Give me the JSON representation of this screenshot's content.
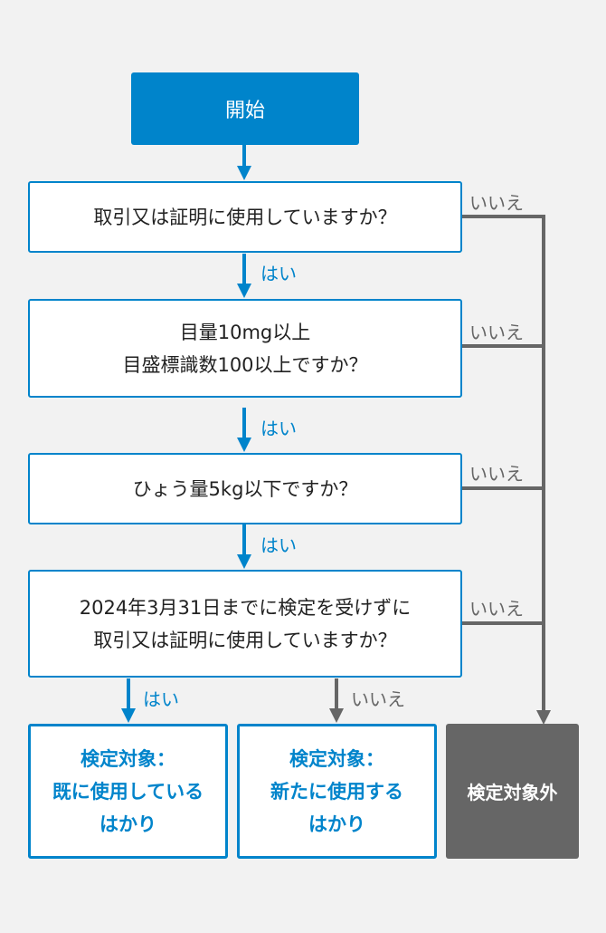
{
  "nodes": {
    "start": "開始",
    "q1": "取引又は証明に使用していますか？",
    "q2_line1": "目量10mg以上",
    "q2_line2": "目盛標識数100以上ですか？",
    "q3": "ひょう量5kg以下ですか？",
    "q4_line1": "2024年3月31日までに検定を受けずに",
    "q4_line2": "取引又は証明に使用していますか？",
    "result_existing_line1": "検定対象：",
    "result_existing_line2": "既に使用している",
    "result_existing_line3": "はかり",
    "result_new_line1": "検定対象：",
    "result_new_line2": "新たに使用する",
    "result_new_line3": "はかり",
    "result_exempt": "検定対象外"
  },
  "labels": {
    "yes": "はい",
    "no": "いいえ"
  },
  "colors": {
    "accent_blue": "#0084cb",
    "gray": "#666666",
    "background": "#f2f2f2"
  }
}
